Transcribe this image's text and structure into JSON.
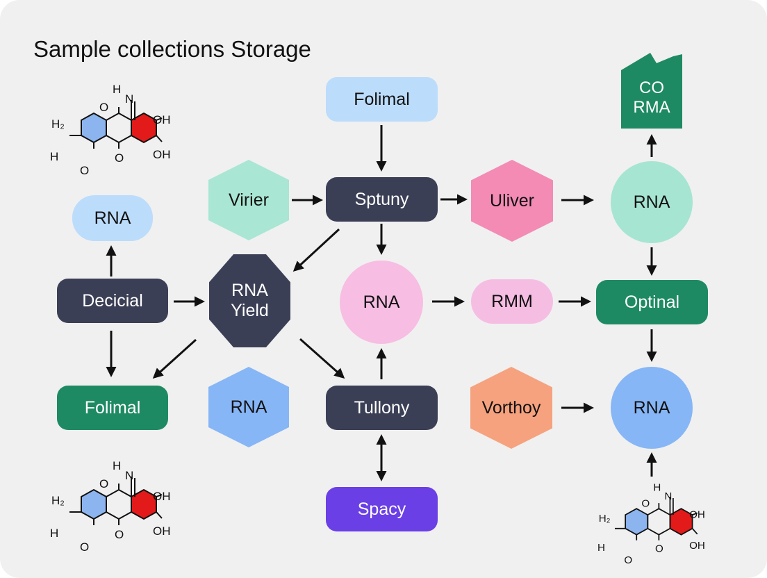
{
  "title": "Sample collections Storage",
  "nodes": {
    "folimal_top": "Folimal",
    "virier": "Virier",
    "sptuny": "Sptuny",
    "uliver": "Uliver",
    "rna_teal": "RNA",
    "co_rma": "CO\nRMA",
    "rna_pill": "RNA",
    "decicial": "Decicial",
    "rna_yield": "RNA\nYield",
    "rna_pink": "RNA",
    "rmm": "RMM",
    "optinal": "Optinal",
    "folimal_green": "Folimal",
    "rna_blue_hex": "RNA",
    "tullony": "Tullony",
    "vorthoy": "Vorthoy",
    "rna_blue_circle": "RNA",
    "spacy": "Spacy"
  },
  "molecule": {
    "h2": "H₂",
    "h": "H",
    "o": "O",
    "nh_h": "H",
    "nh_n": "N",
    "oh": "OH"
  },
  "colors": {
    "dark": "#3b3f56",
    "green": "#1e8a63",
    "teal": "#a6e5d2",
    "pink": "#f6bde3",
    "hot_pink": "#f38bb5",
    "light_blue": "#b9d7f8",
    "blue": "#86b6f6",
    "orange": "#f6a27e",
    "purple": "#6b3fe6",
    "mint": "#a9e6d3",
    "molecule_blue": "#8cb4ee",
    "molecule_red": "#e31a1a"
  }
}
